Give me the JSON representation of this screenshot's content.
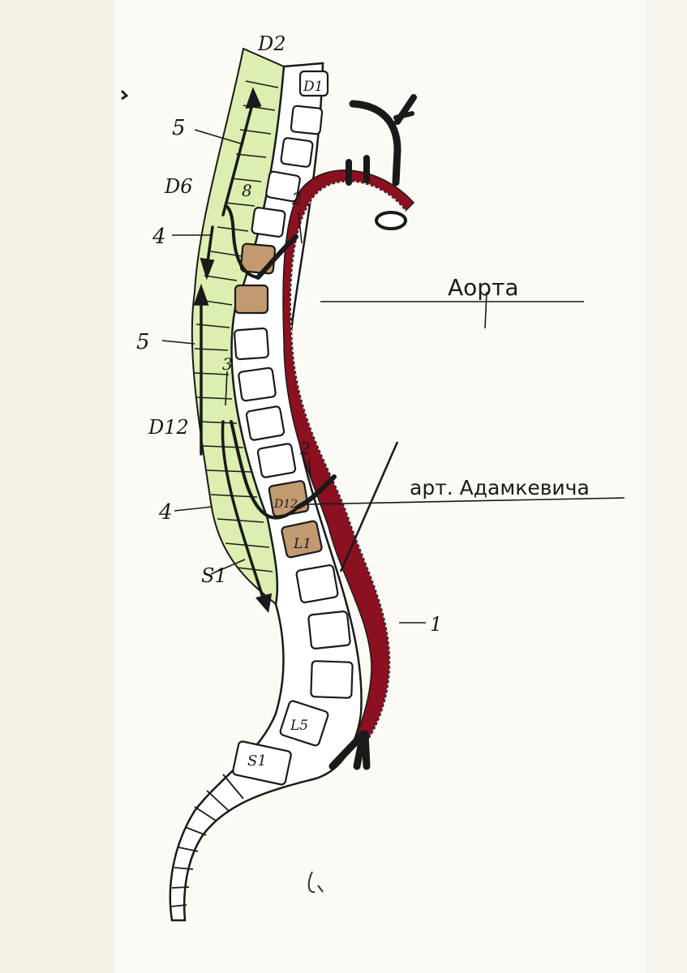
{
  "labels": {
    "aorta": "Аорта",
    "adamkiewicz": "арт. Адамкевича"
  },
  "vertebra_labels": {
    "d1": "D1",
    "d12": "D12",
    "l1": "L1",
    "l5": "L5",
    "s1": "S1"
  },
  "cord_labels": {
    "d2": "D2",
    "d6": "D6",
    "d12": "D12",
    "s1": "S1"
  },
  "number_labels": {
    "n5_top": "5",
    "n4_top": "4",
    "n5_mid": "5",
    "n4_bottom": "4",
    "n8": "8",
    "n2_top": "2",
    "n3": "3",
    "n2_bottom": "2",
    "n1": "1"
  },
  "colors": {
    "aorta": "#8b1020",
    "cord_fill": "#dceeb0",
    "vertebra_highlight": "#c29a70",
    "ink": "#1a1a1a",
    "paper": "#fbfaf4"
  }
}
